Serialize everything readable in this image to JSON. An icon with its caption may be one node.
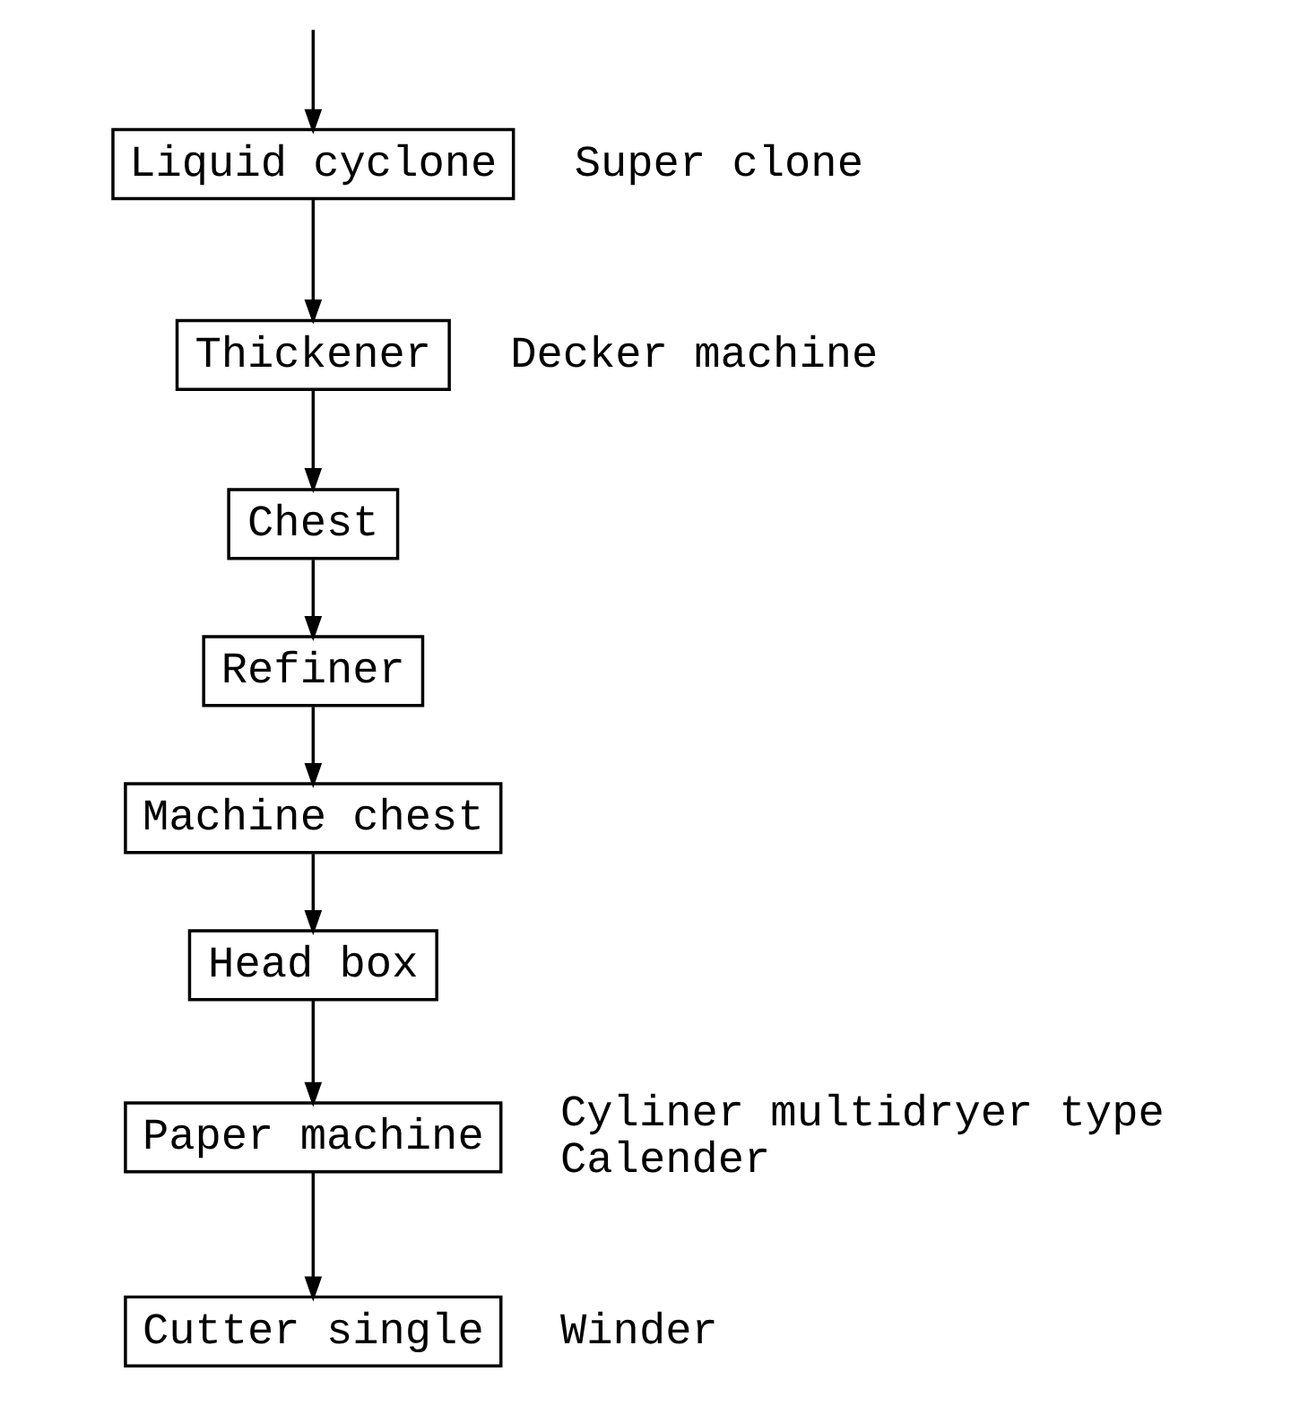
{
  "diagram": {
    "nodes": [
      {
        "text": [
          "Liquid cyclone"
        ],
        "beside": [
          "Super clone"
        ]
      },
      {
        "text": [
          "Thickener"
        ],
        "beside": [
          "Decker machine"
        ]
      },
      {
        "text": [
          "Chest"
        ]
      },
      {
        "text": [
          "Refiner"
        ]
      },
      {
        "text": [
          "Machine chest"
        ]
      },
      {
        "text": [
          "Head box"
        ]
      },
      {
        "text": [
          "Paper machine"
        ],
        "beside": [
          "Cyliner multidryer type",
          "Calender"
        ]
      },
      {
        "text": [
          "Cutter single"
        ],
        "beside": [
          "Winder"
        ]
      }
    ],
    "edges": [
      {
        "from": null,
        "to": 0,
        "arrow": "to"
      },
      {
        "from": 0,
        "to": 1,
        "arrow": "to"
      },
      {
        "from": 1,
        "to": 2,
        "arrow": "to"
      },
      {
        "from": 2,
        "to": 3,
        "arrow": "to"
      },
      {
        "from": 3,
        "to": 4,
        "arrow": "to"
      },
      {
        "from": 4,
        "to": 5,
        "arrow": "to"
      },
      {
        "from": 5,
        "to": 6,
        "arrow": "to"
      },
      {
        "from": 6,
        "to": 7,
        "arrow": "to"
      }
    ]
  }
}
